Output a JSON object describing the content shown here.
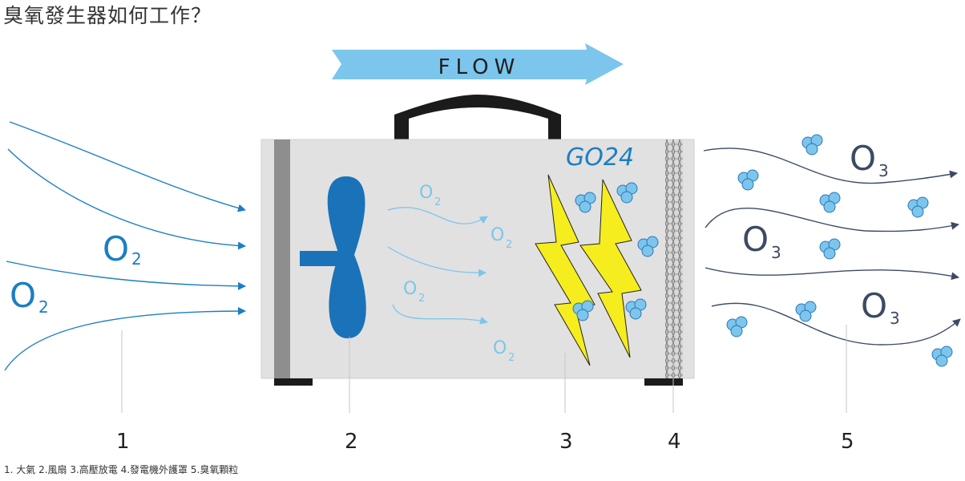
{
  "title": "臭氧發生器如何工作？",
  "flow_label": "FLOW",
  "brand": "GO24",
  "o2": "O",
  "o2_sub": "2",
  "o3": "O",
  "o3_sub": "3",
  "numbers": [
    "1",
    "2",
    "3",
    "4",
    "5"
  ],
  "caption": "1. 大氣 2.風扇 3.高壓放電 4.發電機外護罩 5.臭氧顆粒",
  "colors": {
    "blue": "#1a7fc4",
    "light_blue": "#7cc5ec",
    "dark_slate": "#3d4a63",
    "yellow": "#f6ed1e",
    "box": "#e1e1e1"
  }
}
